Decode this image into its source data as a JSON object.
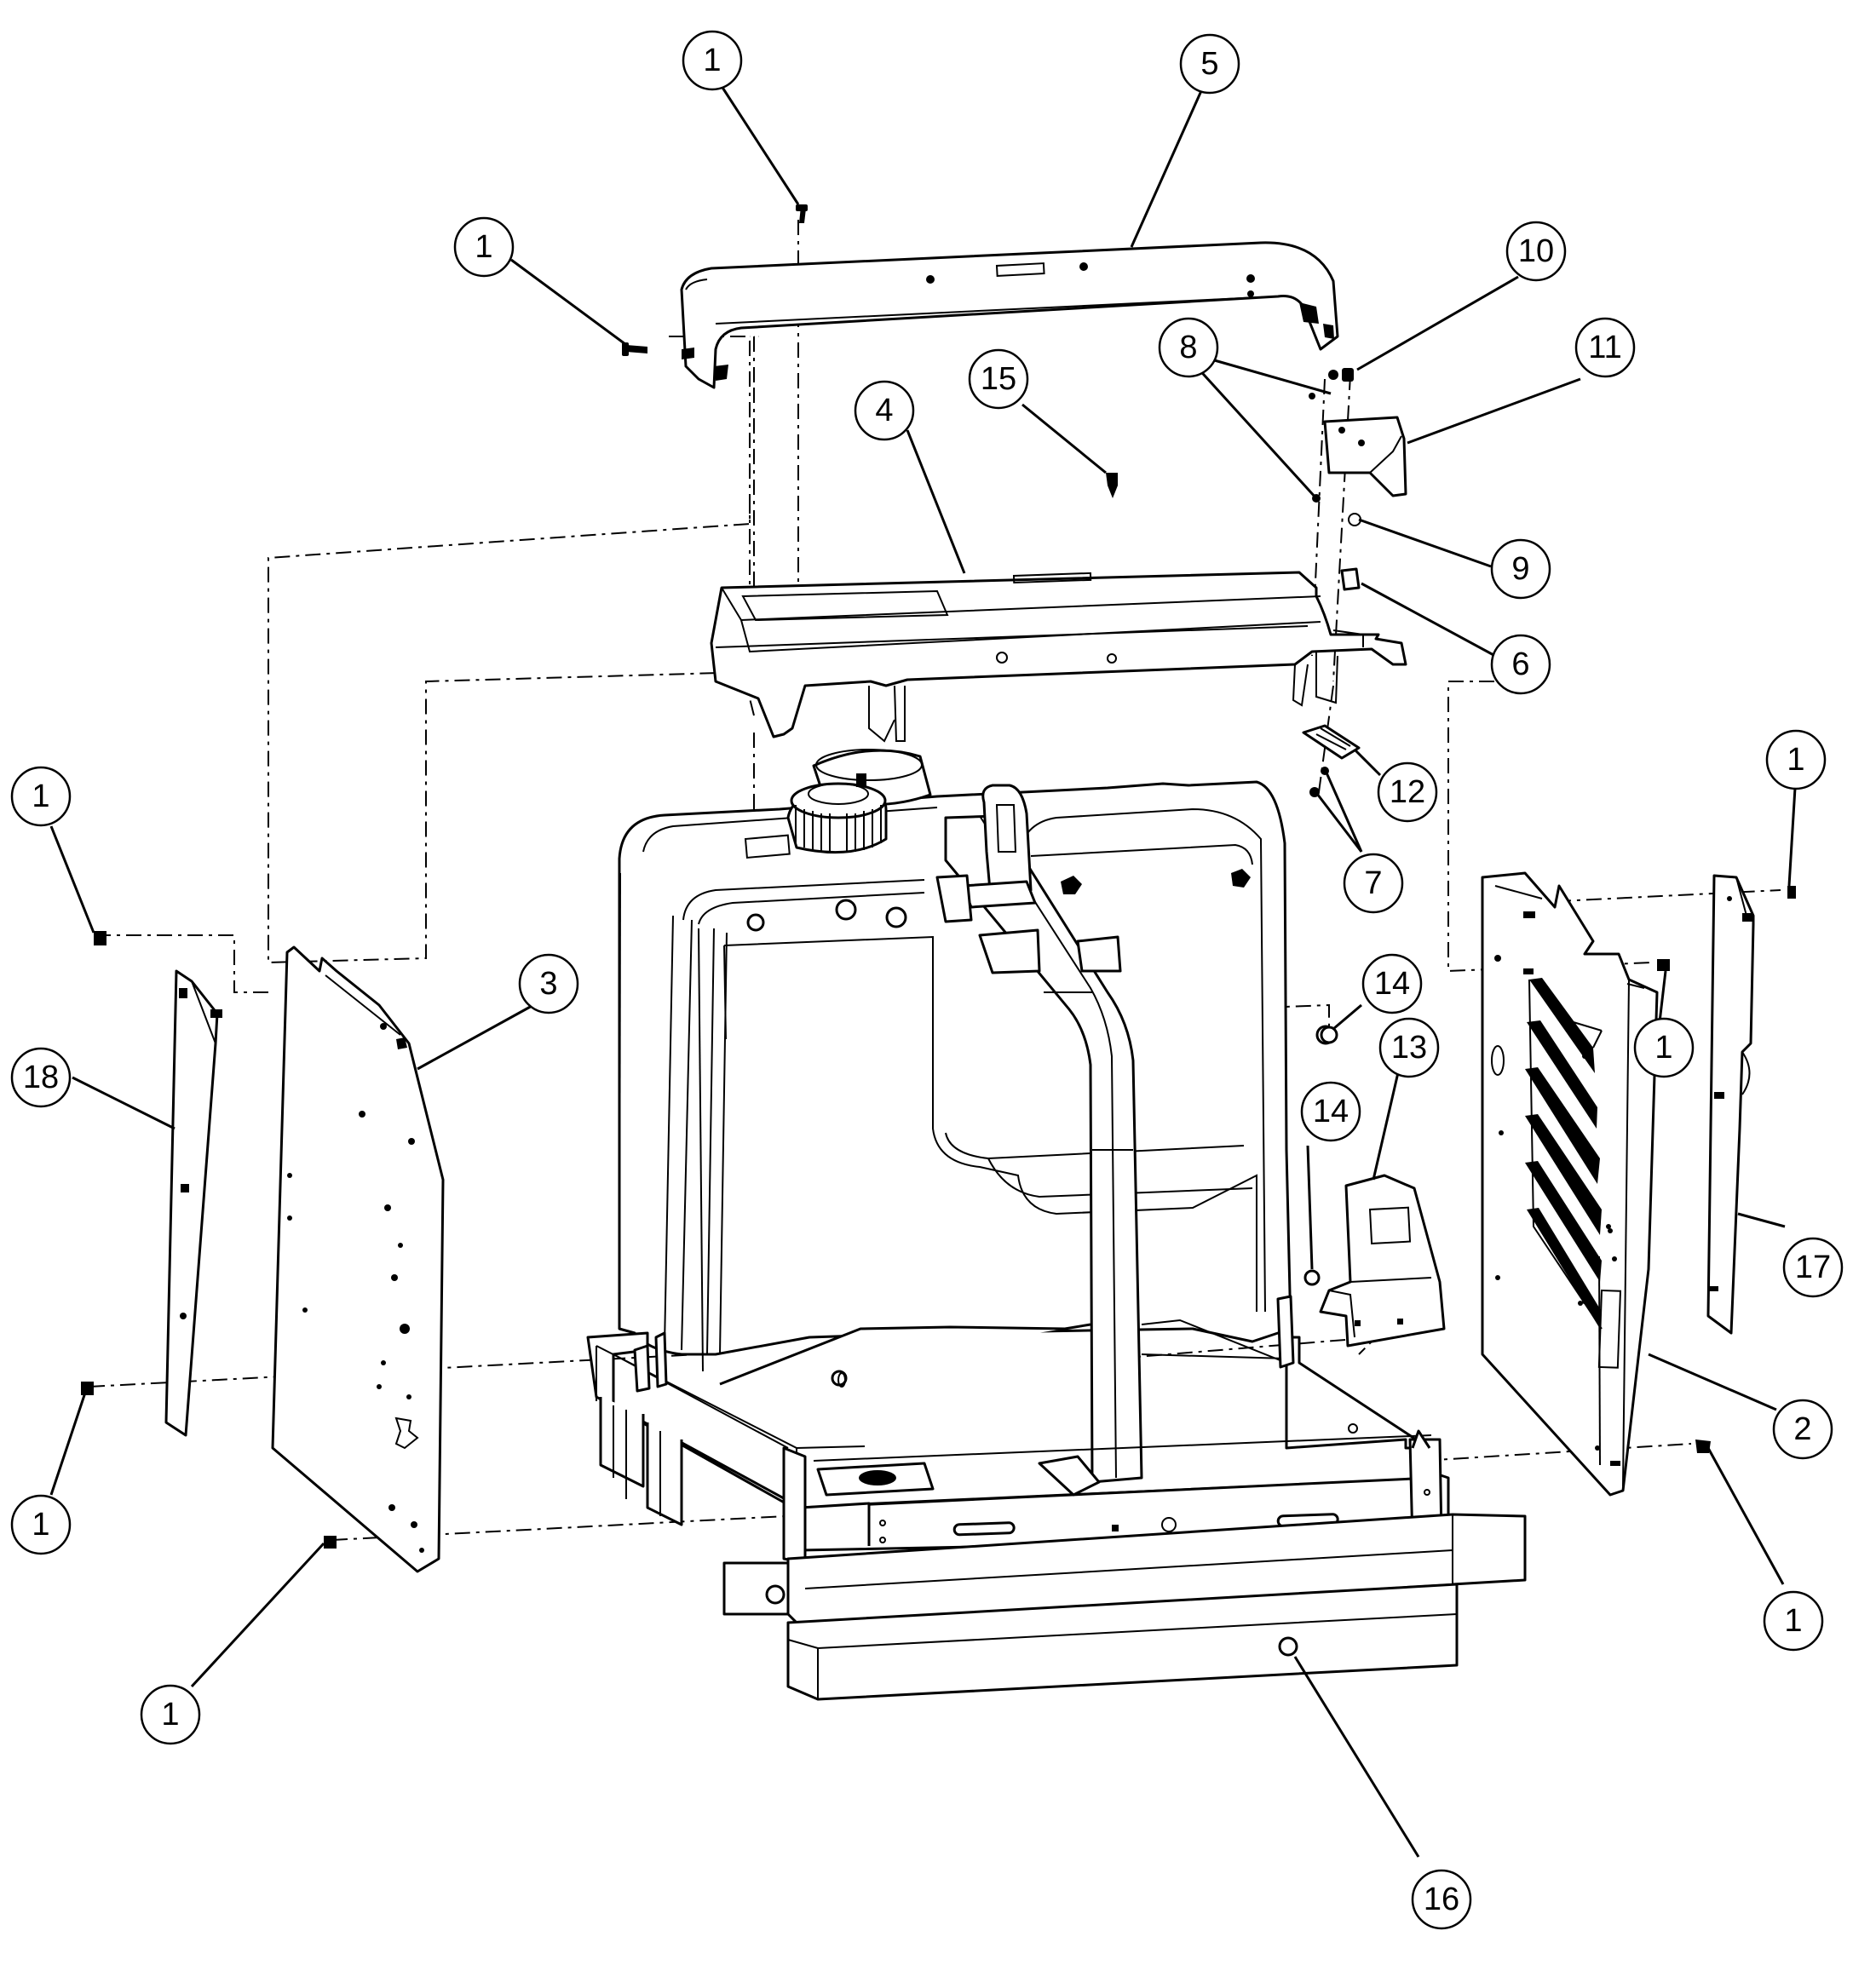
{
  "callouts": [
    {
      "label": "1"
    },
    {
      "label": "5"
    },
    {
      "label": "1"
    },
    {
      "label": "10"
    },
    {
      "label": "8"
    },
    {
      "label": "11"
    },
    {
      "label": "15"
    },
    {
      "label": "4"
    },
    {
      "label": "9"
    },
    {
      "label": "6"
    },
    {
      "label": "12"
    },
    {
      "label": "1"
    },
    {
      "label": "1"
    },
    {
      "label": "7"
    },
    {
      "label": "14"
    },
    {
      "label": "3"
    },
    {
      "label": "1"
    },
    {
      "label": "18"
    },
    {
      "label": "13"
    },
    {
      "label": "14"
    },
    {
      "label": "17"
    },
    {
      "label": "2"
    },
    {
      "label": "1"
    },
    {
      "label": "1"
    },
    {
      "label": "1"
    },
    {
      "label": "16"
    }
  ]
}
